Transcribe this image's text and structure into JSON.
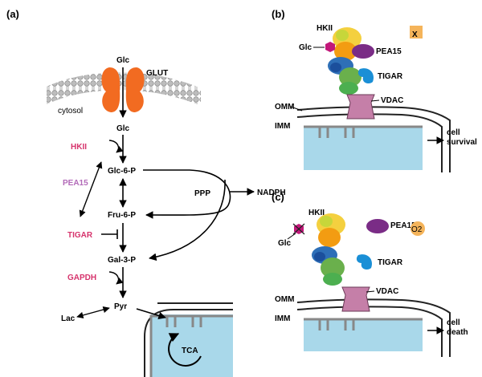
{
  "panels": {
    "a": {
      "label": "(a)",
      "glc_top": "Glc",
      "glut": "GLUT",
      "cytosol": "cytosol",
      "glc_mid": "Glc",
      "hkii": "HKII",
      "pea15": "PEA15",
      "glc6p": "Glc-6-P",
      "ppp": "PPP",
      "nadph": "NADPH",
      "fru6p": "Fru-6-P",
      "tigar": "TIGAR",
      "gal3p": "Gal-3-P",
      "gapdh": "GAPDH",
      "pyr": "Pyr",
      "lac": "Lac",
      "tca": "TCA"
    },
    "b": {
      "label": "(b)",
      "hkii": "HKII",
      "glc": "Glc",
      "pea15": "PEA15",
      "tigar": "TIGAR",
      "omm": "OMM",
      "vdac": "VDAC",
      "imm": "IMM",
      "outcome_line1": "cell",
      "outcome_line2": "survival",
      "x_mark": "X"
    },
    "c": {
      "label": "(c)",
      "hkii": "HKII",
      "pea15": "PEA15",
      "o2": "O2",
      "glc": "Glc",
      "tigar": "TIGAR",
      "omm": "OMM",
      "vdac": "VDAC",
      "imm": "IMM",
      "outcome_line1": "cell",
      "outcome_line2": "death"
    }
  },
  "colors": {
    "enzyme_pink": "#d6336c",
    "pea15_lilac": "#b26ab8",
    "glut_orange": "#f26b21",
    "matrix_blue": "#a9d8ea",
    "vdac_mauve": "#c57fa8",
    "pea15_purple": "#7a2c86",
    "tigar_blue": "#1a8fd6",
    "glc_magenta": "#c2187a",
    "o2_orange": "#f5b45a"
  }
}
